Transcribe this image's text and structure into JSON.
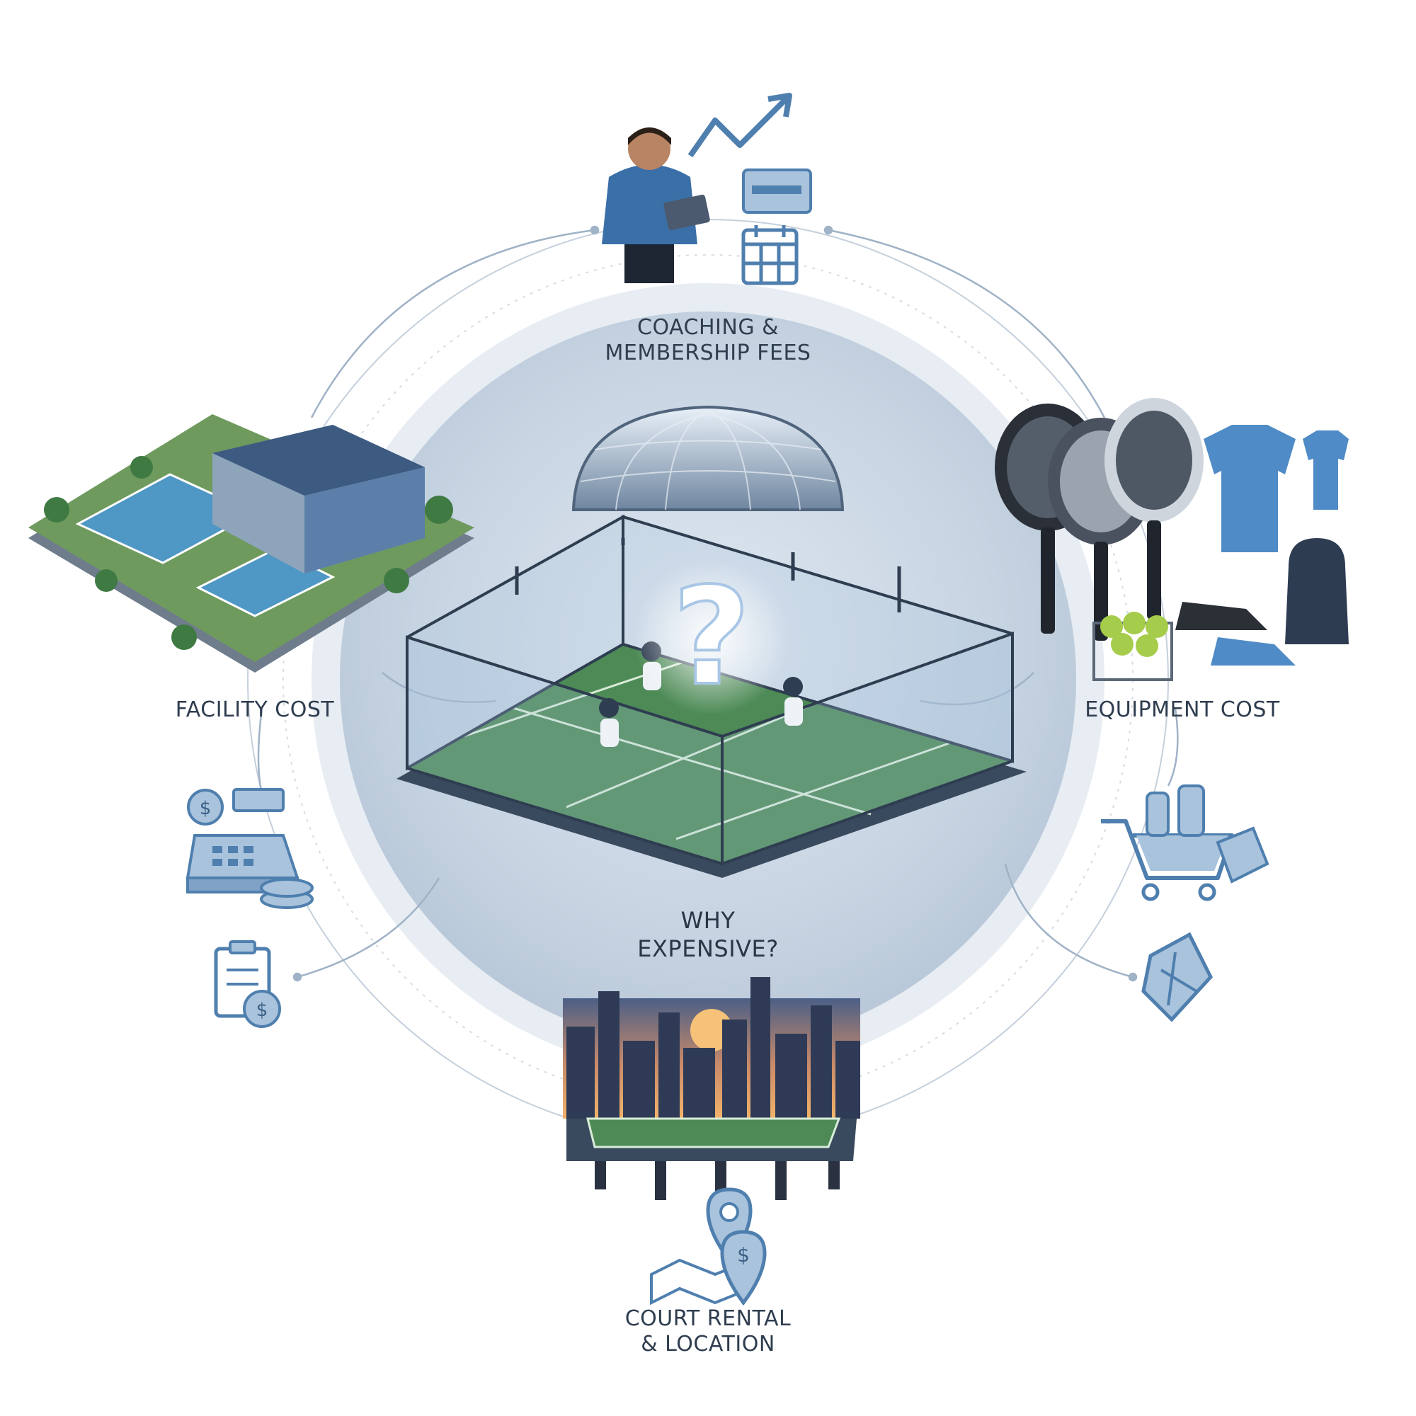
{
  "diagram": {
    "center_label": "WHY\nEXPENSIVE?",
    "question_mark": "?",
    "nodes": [
      {
        "id": "coaching",
        "label": "COACHING &\nMEMBERSHIP FEES",
        "icons": [
          "coach-illustration",
          "trend-arrow-icon",
          "membership-card-icon",
          "calendar-icon"
        ]
      },
      {
        "id": "facility",
        "label": "FACILITY COST",
        "icons": [
          "facility-illustration",
          "cash-register-icon",
          "invoice-icon"
        ]
      },
      {
        "id": "equipment",
        "label": "EQUIPMENT COST",
        "icons": [
          "rackets-illustration",
          "shopping-cart-icon",
          "grip-tape-icon"
        ]
      },
      {
        "id": "location",
        "label": "COURT RENTAL\n& LOCATION",
        "icons": [
          "city-rooftop-court-illustration",
          "location-pin-icon"
        ]
      }
    ]
  },
  "colors": {
    "circle_outer": "#e9eef4",
    "circle_inner": "#c9d5e2",
    "accent": "#4f7fae",
    "turf": "#4d8a56",
    "text": "#2f3d4f"
  }
}
